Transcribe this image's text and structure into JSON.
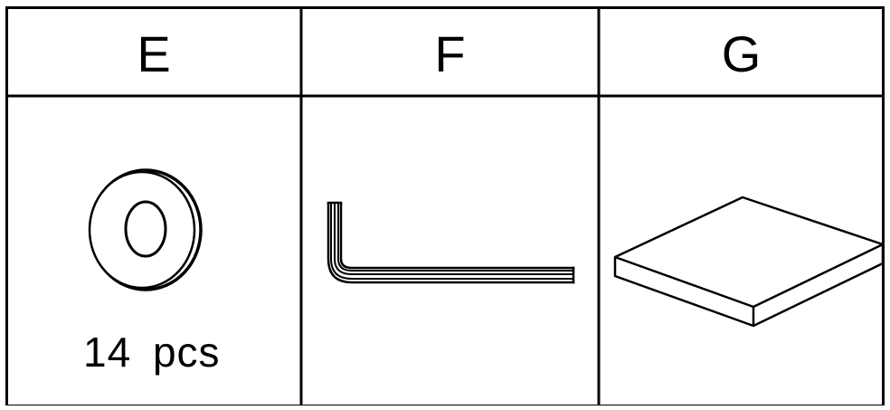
{
  "parts": [
    {
      "letter": "E",
      "icon": "washer-icon",
      "quantity": "14 pcs"
    },
    {
      "letter": "F",
      "icon": "allen-key-icon",
      "quantity": ""
    },
    {
      "letter": "G",
      "icon": "panel-board-icon",
      "quantity": ""
    }
  ],
  "colors": {
    "line": "#000000",
    "background": "#ffffff"
  }
}
